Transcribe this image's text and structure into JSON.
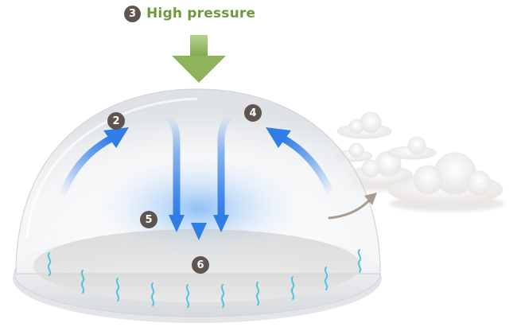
{
  "title": {
    "number": "3",
    "label": "High pressure"
  },
  "markers": [
    {
      "id": "2",
      "label": "2"
    },
    {
      "id": "4",
      "label": "4"
    },
    {
      "id": "5",
      "label": "5"
    },
    {
      "id": "6",
      "label": "6"
    }
  ],
  "colors": {
    "title_green": "#6e9a3e",
    "arrow_green": "#8fb35a",
    "air_blue": "#2f7de6",
    "badge": "#5e5550",
    "heat_wave": "#52c1dc",
    "outflow_arrow": "#a89a8c"
  },
  "icons": {
    "pressure_arrow": "down-arrow-icon",
    "heat": "wavy-line-icon",
    "clouds": "cloud-icon"
  }
}
